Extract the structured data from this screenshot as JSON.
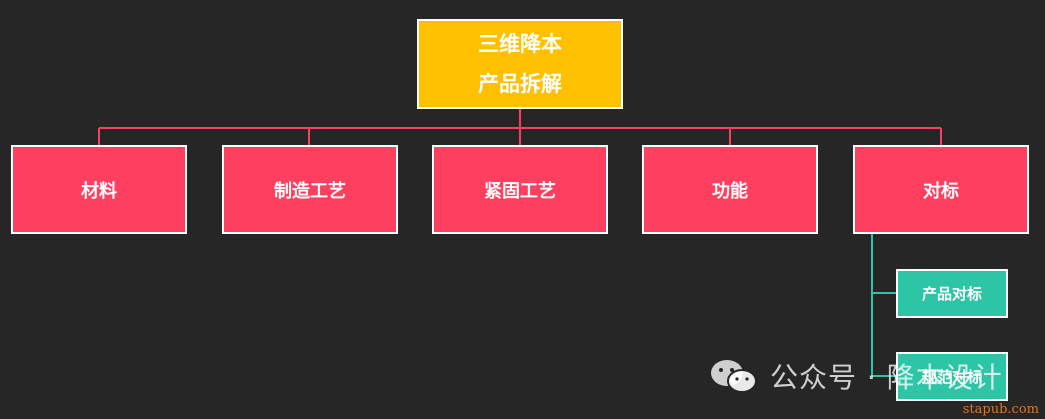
{
  "root": {
    "line1": "三维降本",
    "line2": "产品拆解"
  },
  "level1": [
    "材料",
    "制造工艺",
    "紧固工艺",
    "功能",
    "对标"
  ],
  "level2": [
    "产品对标",
    "规范对标"
  ],
  "watermark": {
    "text": "公众号 · 降本设计",
    "icon": "wechat-icon"
  },
  "site": "stapub.com",
  "colors": {
    "background": "#262626",
    "root": "#ffc000",
    "level1": "#ff3f5f",
    "level2": "#2ec4a6",
    "connector_level1": "#ff3f5f",
    "connector_level2": "#2ec4a6"
  }
}
